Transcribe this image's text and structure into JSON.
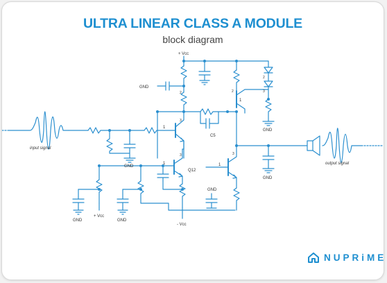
{
  "title": "ULTRA LINEAR CLASS A MODULE",
  "subtitle": "block diagram",
  "brand": {
    "name": "NUPRiME",
    "logo_icon": "house-logo-icon"
  },
  "colors": {
    "accent": "#1e8fd0",
    "wire": "#2b8fcf",
    "text": "#444444"
  },
  "labels": {
    "vcc_top": "+ Vcc",
    "gnd_left": "GND",
    "c5": "C5",
    "q12": "Q12",
    "gnd_mid": "GND",
    "vcc_neg": "- Vcc",
    "gnd_bl1": "GND",
    "vcc_bl": "+ Vcc",
    "gnd_bl2": "GND",
    "gnd_in": "GND",
    "gnd_rt1": "GND",
    "gnd_rt2": "GND",
    "input_signal": "input signal",
    "output_signal": "output signal",
    "pin_1a": "1",
    "pin_1b": "1",
    "pin_1c": "1",
    "pin_1d": "1",
    "pin_2a": "2",
    "pin_2b": "2",
    "pin_2c": "2",
    "pin_3a": "3",
    "pin_3b": "3",
    "pin_3c": "3",
    "pin_3d": "3"
  }
}
